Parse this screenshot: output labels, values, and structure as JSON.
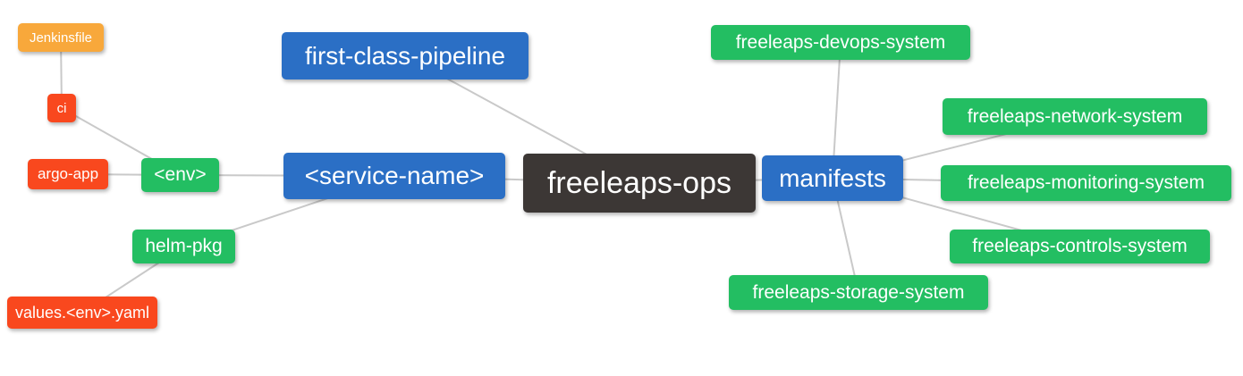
{
  "palette": {
    "blue": "#2B6FC5",
    "green": "#23BE62",
    "orange": "#F8A83B",
    "red": "#F9481E",
    "dark": "#3C3735",
    "edge": "#C9C9C9",
    "node_text": "#FFFFFF",
    "background": "#FFFFFF"
  },
  "diagram": {
    "root_label": "freeleaps-ops",
    "nodes": [
      {
        "id": "freeleaps-ops",
        "label": "freeleaps-ops",
        "role": "root",
        "color_key": "dark"
      },
      {
        "id": "first-class-pipeline",
        "label": "first-class-pipeline",
        "role": "branch",
        "color_key": "blue"
      },
      {
        "id": "service-name",
        "label": "<service-name>",
        "role": "branch",
        "color_key": "blue"
      },
      {
        "id": "manifests",
        "label": "manifests",
        "role": "branch",
        "color_key": "blue"
      },
      {
        "id": "env",
        "label": "<env>",
        "role": "child",
        "color_key": "green"
      },
      {
        "id": "helm-pkg",
        "label": "helm-pkg",
        "role": "child",
        "color_key": "green"
      },
      {
        "id": "ci",
        "label": "ci",
        "role": "leaf",
        "color_key": "red"
      },
      {
        "id": "argo-app",
        "label": "argo-app",
        "role": "leaf",
        "color_key": "red"
      },
      {
        "id": "jenkinsfile",
        "label": "Jenkinsfile",
        "role": "leaf",
        "color_key": "orange"
      },
      {
        "id": "values-env-yaml",
        "label": "values.<env>.yaml",
        "role": "leaf",
        "color_key": "red"
      },
      {
        "id": "freeleaps-devops-system",
        "label": "freeleaps-devops-system",
        "role": "child",
        "color_key": "green"
      },
      {
        "id": "freeleaps-network-system",
        "label": "freeleaps-network-system",
        "role": "child",
        "color_key": "green"
      },
      {
        "id": "freeleaps-monitoring-system",
        "label": "freeleaps-monitoring-system",
        "role": "child",
        "color_key": "green"
      },
      {
        "id": "freeleaps-controls-system",
        "label": "freeleaps-controls-system",
        "role": "child",
        "color_key": "green"
      },
      {
        "id": "freeleaps-storage-system",
        "label": "freeleaps-storage-system",
        "role": "child",
        "color_key": "green"
      }
    ],
    "edges": [
      [
        "jenkinsfile",
        "ci"
      ],
      [
        "ci",
        "env"
      ],
      [
        "argo-app",
        "env"
      ],
      [
        "env",
        "service-name"
      ],
      [
        "helm-pkg",
        "service-name"
      ],
      [
        "values-env-yaml",
        "helm-pkg"
      ],
      [
        "first-class-pipeline",
        "freeleaps-ops"
      ],
      [
        "service-name",
        "freeleaps-ops"
      ],
      [
        "freeleaps-ops",
        "manifests"
      ],
      [
        "manifests",
        "freeleaps-devops-system"
      ],
      [
        "manifests",
        "freeleaps-network-system"
      ],
      [
        "manifests",
        "freeleaps-monitoring-system"
      ],
      [
        "manifests",
        "freeleaps-controls-system"
      ],
      [
        "manifests",
        "freeleaps-storage-system"
      ]
    ]
  }
}
